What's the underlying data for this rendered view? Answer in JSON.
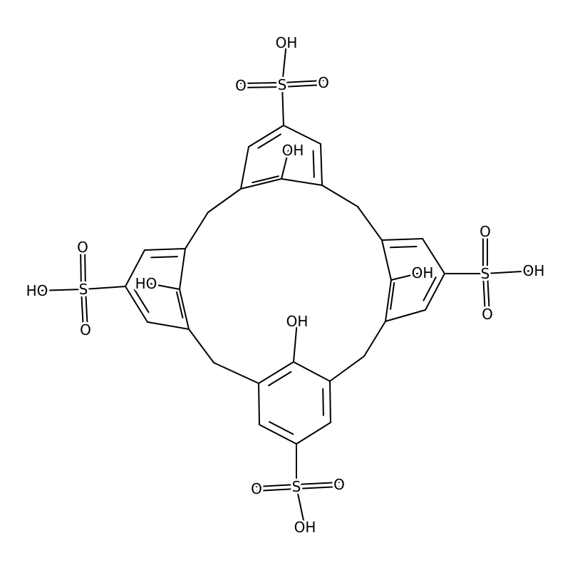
{
  "title": "p-Sulfonatocalix[4]arene",
  "colors": {
    "bond": "#000000",
    "background": "#ffffff"
  },
  "labels": {
    "top_s": "S",
    "top_o1": "O",
    "top_o2": "O",
    "top_oh": "OH",
    "top_ring_oh": "OH",
    "left_s": "S",
    "left_o1": "O",
    "left_o2": "O",
    "left_oh": "HO",
    "left_ring_oh": "HO",
    "right_s": "S",
    "right_o1": "O",
    "right_o2": "O",
    "right_oh": "OH",
    "right_ring_oh": "OH",
    "bottom_s": "S",
    "bottom_o1": "O",
    "bottom_o2": "O",
    "bottom_oh": "OH",
    "bottom_ring_oh": "OH"
  }
}
